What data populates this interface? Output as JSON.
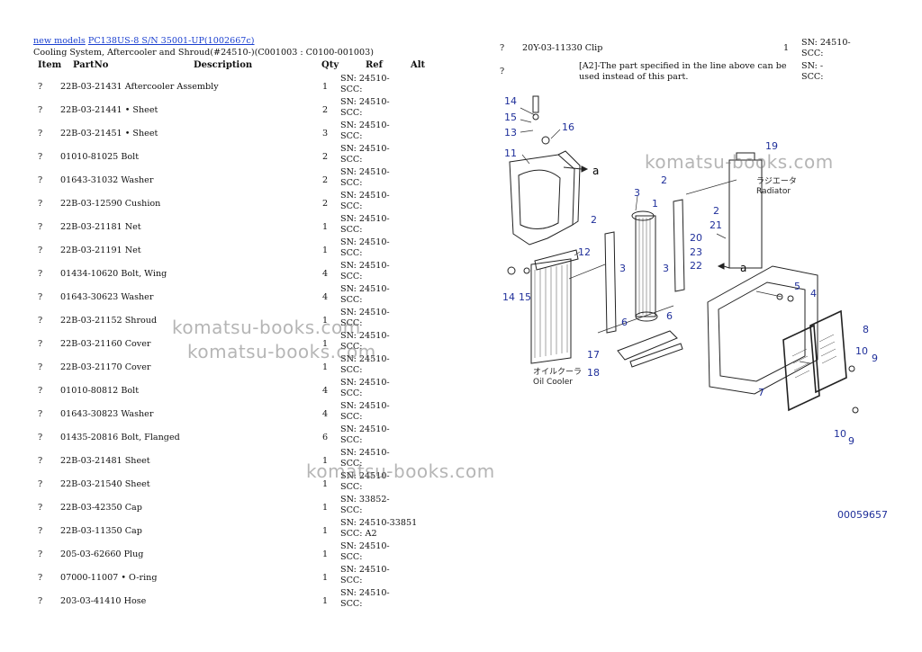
{
  "header": {
    "link1": "new models",
    "link2": "PC138US-8 S/N 35001-UP(1002667c)",
    "subtitle": "Cooling System, Aftercooler and Shroud(#24510-)(C001003 : C0100-001003)"
  },
  "columns": {
    "item": "Item",
    "partno": "PartNo",
    "description": "Description",
    "qty": "Qty",
    "ref": "Ref",
    "alt": "Alt"
  },
  "rows": [
    {
      "item": "?",
      "part": "22B-03-21431 Aftercooler Assembly",
      "qty": "1",
      "ref": "SN: 24510-\nSCC:"
    },
    {
      "item": "?",
      "part": "22B-03-21441 • Sheet",
      "qty": "2",
      "ref": "SN: 24510-\nSCC:"
    },
    {
      "item": "?",
      "part": "22B-03-21451 • Sheet",
      "qty": "3",
      "ref": "SN: 24510-\nSCC:"
    },
    {
      "item": "?",
      "part": "01010-81025  Bolt",
      "qty": "2",
      "ref": "SN: 24510-\nSCC:"
    },
    {
      "item": "?",
      "part": "01643-31032  Washer",
      "qty": "2",
      "ref": "SN: 24510-\nSCC:"
    },
    {
      "item": "?",
      "part": "22B-03-12590 Cushion",
      "qty": "2",
      "ref": "SN: 24510-\nSCC:"
    },
    {
      "item": "?",
      "part": "22B-03-21181 Net",
      "qty": "1",
      "ref": "SN: 24510-\nSCC:"
    },
    {
      "item": "?",
      "part": "22B-03-21191 Net",
      "qty": "1",
      "ref": "SN: 24510-\nSCC:"
    },
    {
      "item": "?",
      "part": "01434-10620  Bolt, Wing",
      "qty": "4",
      "ref": "SN: 24510-\nSCC:"
    },
    {
      "item": "?",
      "part": "01643-30623  Washer",
      "qty": "4",
      "ref": "SN: 24510-\nSCC:"
    },
    {
      "item": "?",
      "part": "22B-03-21152 Shroud",
      "qty": "1",
      "ref": "SN: 24510-\nSCC:"
    },
    {
      "item": "?",
      "part": "22B-03-21160 Cover",
      "qty": "1",
      "ref": "SN: 24510-\nSCC:"
    },
    {
      "item": "?",
      "part": "22B-03-21170 Cover",
      "qty": "1",
      "ref": "SN: 24510-\nSCC:"
    },
    {
      "item": "?",
      "part": "01010-80812  Bolt",
      "qty": "4",
      "ref": "SN: 24510-\nSCC:"
    },
    {
      "item": "?",
      "part": "01643-30823  Washer",
      "qty": "4",
      "ref": "SN: 24510-\nSCC:"
    },
    {
      "item": "?",
      "part": "01435-20816  Bolt, Flanged",
      "qty": "6",
      "ref": "SN: 24510-\nSCC:"
    },
    {
      "item": "?",
      "part": "22B-03-21481 Sheet",
      "qty": "1",
      "ref": "SN: 24510-\nSCC:"
    },
    {
      "item": "?",
      "part": "22B-03-21540 Sheet",
      "qty": "1",
      "ref": "SN: 24510-\nSCC:"
    },
    {
      "item": "?",
      "part": "22B-03-42350 Cap",
      "qty": "1",
      "ref": "SN: 33852-\nSCC:"
    },
    {
      "item": "?",
      "part": "22B-03-11350 Cap",
      "qty": "1",
      "ref": "SN: 24510-33851\nSCC: A2"
    },
    {
      "item": "?",
      "part": "205-03-62660 Plug",
      "qty": "1",
      "ref": "SN: 24510-\nSCC:"
    },
    {
      "item": "?",
      "part": "07000-11007  • O-ring",
      "qty": "1",
      "ref": "SN: 24510-\nSCC:"
    },
    {
      "item": "?",
      "part": "203-03-41410 Hose",
      "qty": "1",
      "ref": "SN: 24510-\nSCC:"
    }
  ],
  "right_rows": {
    "r1": {
      "item": "?",
      "part": "20Y-03-11330 Clip",
      "qty": "1",
      "ref": "SN: 24510-\nSCC:"
    },
    "r2": {
      "item": "?",
      "note": "[A2]-The part specified in the line above can be\nused instead of this part.",
      "ref": "SN: -\nSCC:"
    }
  },
  "watermark": "komatsu-books.com",
  "diagram": {
    "figure_id": "00059657",
    "radiator_jp": "ラジエータ",
    "radiator_en": "Radiator",
    "oil_cooler_jp": "オイルクーラ",
    "oil_cooler_en": "Oil Cooler",
    "arrow_label": "a",
    "callouts": [
      "14",
      "15",
      "13",
      "16",
      "11",
      "3",
      "1",
      "2",
      "2",
      "3",
      "12",
      "3",
      "14",
      "15",
      "6",
      "6",
      "17",
      "18",
      "19",
      "2",
      "21",
      "20",
      "23",
      "22",
      "5",
      "4",
      "8",
      "10",
      "9",
      "7",
      "10",
      "9"
    ]
  }
}
